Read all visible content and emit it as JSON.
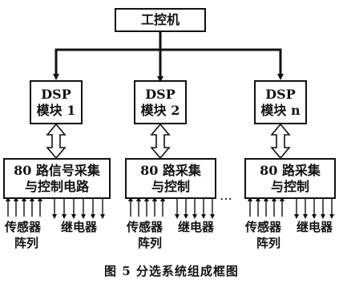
{
  "diagram": {
    "top_node": "工控机",
    "dsp_modules": [
      {
        "line1": "DSP",
        "line2": "模块 1"
      },
      {
        "line1": "DSP",
        "line2": "模块 2"
      },
      {
        "line1": "DSP",
        "line2": "模块 n"
      }
    ],
    "io_boards": [
      {
        "line1": "80 路信号采集",
        "line2": "与控制电路"
      },
      {
        "line1": "80 路采集",
        "line2": "与控制"
      },
      {
        "line1": "80 路采集",
        "line2": "与控制"
      }
    ],
    "ellipsis": "…",
    "sensor_label_top": "传感器",
    "sensor_label_bottom": "阵列",
    "relay_label": "继电器",
    "caption": "图 5  分选系统组成框图"
  }
}
